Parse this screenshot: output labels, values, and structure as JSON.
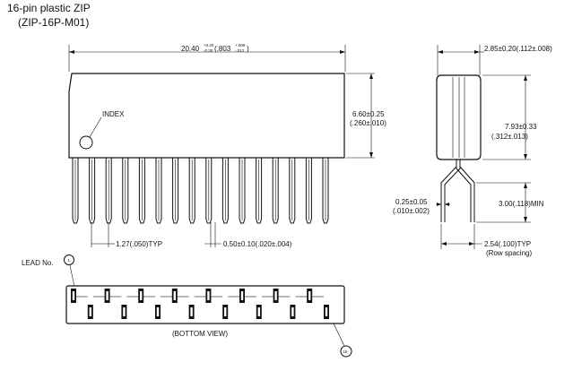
{
  "title": {
    "line1": "16-pin plastic ZIP",
    "line2": "(ZIP-16P-M01)"
  },
  "front_view": {
    "length_main": "20.40",
    "length_tol_plus": "+0.20",
    "length_tol_minus": "-0.30",
    "length_inch_open": "(.803",
    "length_inch_tol_plus": "+.008",
    "length_inch_tol_minus": "-.012",
    "length_inch_close": ")",
    "height_mm": "6.60±0.25",
    "height_in": "(.260±.010)",
    "index_label": "INDEX",
    "pitch_label": "1.27(.050)TYP",
    "lead_width_label": "0.50±0.10(.020±.004)",
    "pin_count": 16
  },
  "side_view": {
    "thickness_label": "2.85±0.20(.112±.008)",
    "body_height_mm": "7.93±0.33",
    "body_height_in": "(.312±.013)",
    "lead_thick_mm": "0.25±0.05",
    "lead_thick_in": "(.010±.002)",
    "lead_length_label": "3.00(.118)MIN",
    "row_spacing_label": "2.54(.100)TYP",
    "row_spacing_note": "(Row spacing)"
  },
  "bottom_view": {
    "lead_no_label": "LEAD No.",
    "first_lead": "1",
    "last_lead": "16",
    "caption": "(BOTTOM VIEW)"
  }
}
